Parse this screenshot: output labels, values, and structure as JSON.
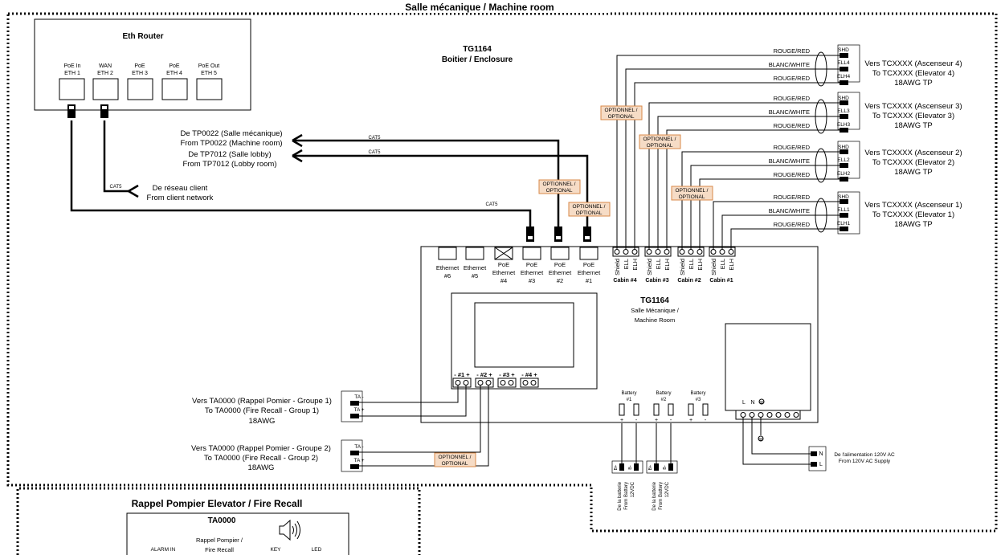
{
  "machine_room_title": "Salle mécanique / Machine room",
  "fire_recall_title": "Rappel Pompier Elevator / Fire Recall",
  "router": {
    "title": "Eth Router",
    "ports": [
      {
        "l1": "PoE In",
        "l2": "ETH 1"
      },
      {
        "l1": "WAN",
        "l2": "ETH 2"
      },
      {
        "l1": "PoE",
        "l2": "ETH 3"
      },
      {
        "l1": "PoE",
        "l2": "ETH 4"
      },
      {
        "l1": "PoE Out",
        "l2": "ETH 5"
      }
    ]
  },
  "enclosure": {
    "title": "TG1164",
    "subtitle": "Boitier / Enclosure"
  },
  "sources": {
    "tp0022_l1": "De TP0022 (Salle mécanique)",
    "tp0022_l2": "From TP0022 (Machine room)",
    "tp7012_l1": "De TP7012 (Salle lobby)",
    "tp7012_l2": "From TP7012 (Lobby room)",
    "client_l1": "De réseau client",
    "client_l2": "From client network"
  },
  "cable_label": "CAT5",
  "optional_l1": "OPTIONNEL /",
  "optional_l2": "OPTIONAL",
  "tg1164": {
    "title": "TG1164",
    "sub1": "Salle Mécanique /",
    "sub2": "Machine Room",
    "eth_ports": [
      {
        "l1": "Ethernet",
        "l2": "#6",
        "l3": ""
      },
      {
        "l1": "Ethernet",
        "l2": "#5",
        "l3": ""
      },
      {
        "l1": "PoE",
        "l2": "Ethernet",
        "l3": "#4"
      },
      {
        "l1": "PoE",
        "l2": "Ethernet",
        "l3": "#3"
      },
      {
        "l1": "PoE",
        "l2": "Ethernet",
        "l3": "#2"
      },
      {
        "l1": "PoE",
        "l2": "Ethernet",
        "l3": "#1"
      }
    ],
    "terminal_pins": [
      "Shield",
      "ELL",
      "ELH"
    ],
    "cabins": [
      "Cabin #4",
      "Cabin #3",
      "Cabin #2",
      "Cabin #1"
    ],
    "inputs": [
      "- #1 +",
      "- #2 +",
      "- #3 +",
      "- #4 +"
    ],
    "batteries": [
      "Battery",
      "#1",
      "#2",
      "#3"
    ],
    "power_terms": [
      "L",
      "N"
    ]
  },
  "wire_colors": {
    "red": "ROUGE/RED",
    "white": "BLANC/WHITE"
  },
  "elevators": [
    {
      "shd": "SHD",
      "ell": "ELL4",
      "elh": "ELH4",
      "l1": "Vers TCXXXX (Ascenseur 4)",
      "l2": "To TCXXXX (Elevator 4)",
      "l3": "18AWG TP"
    },
    {
      "shd": "SHD",
      "ell": "ELL3",
      "elh": "ELH3",
      "l1": "Vers TCXXXX (Ascenseur 3)",
      "l2": "To TCXXXX (Elevator 3)",
      "l3": "18AWG TP"
    },
    {
      "shd": "SHD",
      "ell": "ELL2",
      "elh": "ELH2",
      "l1": "Vers TCXXXX (Ascenseur 2)",
      "l2": "To TCXXXX (Elevator 2)",
      "l3": "18AWG TP"
    },
    {
      "shd": "SHD",
      "ell": "ELL1",
      "elh": "ELH1",
      "l1": "Vers TCXXXX (Ascenseur 1)",
      "l2": "To TCXXXX (Elevator 1)",
      "l3": "18AWG TP"
    }
  ],
  "ta_groups": [
    {
      "l1": "Vers TA0000 (Rappel Pomier - Groupe 1)",
      "l2": "To TA0000 (Fire Recall - Group 1)",
      "l3": "18AWG",
      "minus": "TA -",
      "plus": "TA +"
    },
    {
      "l1": "Vers TA0000 (Rappel Pomier - Groupe 2)",
      "l2": "To TA0000 (Fire Recall - Group 2)",
      "l3": "18AWG",
      "minus": "TA -",
      "plus": "TA +"
    }
  ],
  "ac_supply": {
    "l1": "De l'alimentation 120V AC",
    "l2": "From 120V AC Supply",
    "n": "N",
    "l": "L"
  },
  "battery_supply": {
    "l1": "De la batterie",
    "l2": "From Battery",
    "l3": "12VDC",
    "plus": "B+",
    "minus": "B-"
  },
  "ta0000": {
    "title": "TA0000",
    "recall_l1": "Rappel Pompier /",
    "recall_l2": "Fire Recall",
    "alarm": "ALARM IN",
    "key": "KEY",
    "led": "LED"
  }
}
